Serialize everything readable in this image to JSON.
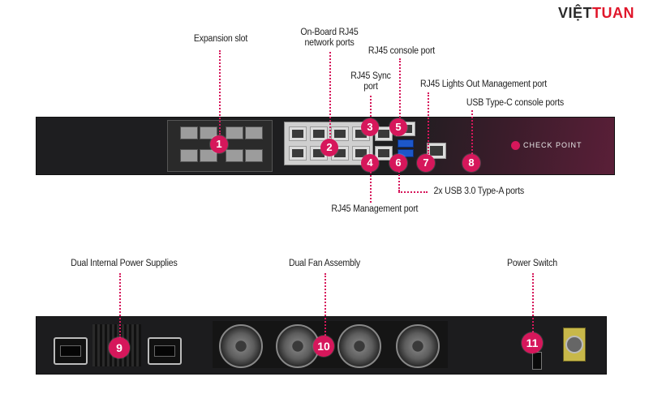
{
  "brand": {
    "name_prefix": "VIỆT",
    "name_suffix": "TUAN"
  },
  "device": {
    "logo_text": "CHECK POINT"
  },
  "front_labels": {
    "expansion_slot": "Expansion slot",
    "onboard_rj45": "On-Board RJ45\nnetwork ports",
    "rj45_console": "RJ45 console port",
    "rj45_sync": "RJ45 Sync\nport",
    "lights_out": "RJ45 Lights Out Management port",
    "usb_c_console": "USB Type-C console ports",
    "usb_a": "2x USB 3.0 Type-A ports",
    "rj45_mgmt": "RJ45 Management port"
  },
  "rear_labels": {
    "power_supplies": "Dual Internal Power Supplies",
    "fan_assembly": "Dual Fan Assembly",
    "power_switch": "Power Switch"
  },
  "badges": [
    "1",
    "2",
    "3",
    "4",
    "5",
    "6",
    "7",
    "8",
    "9",
    "10",
    "11"
  ],
  "colors": {
    "accent": "#d6175b",
    "chassis": "#1f1f21",
    "brand_red": "#e0172b"
  }
}
